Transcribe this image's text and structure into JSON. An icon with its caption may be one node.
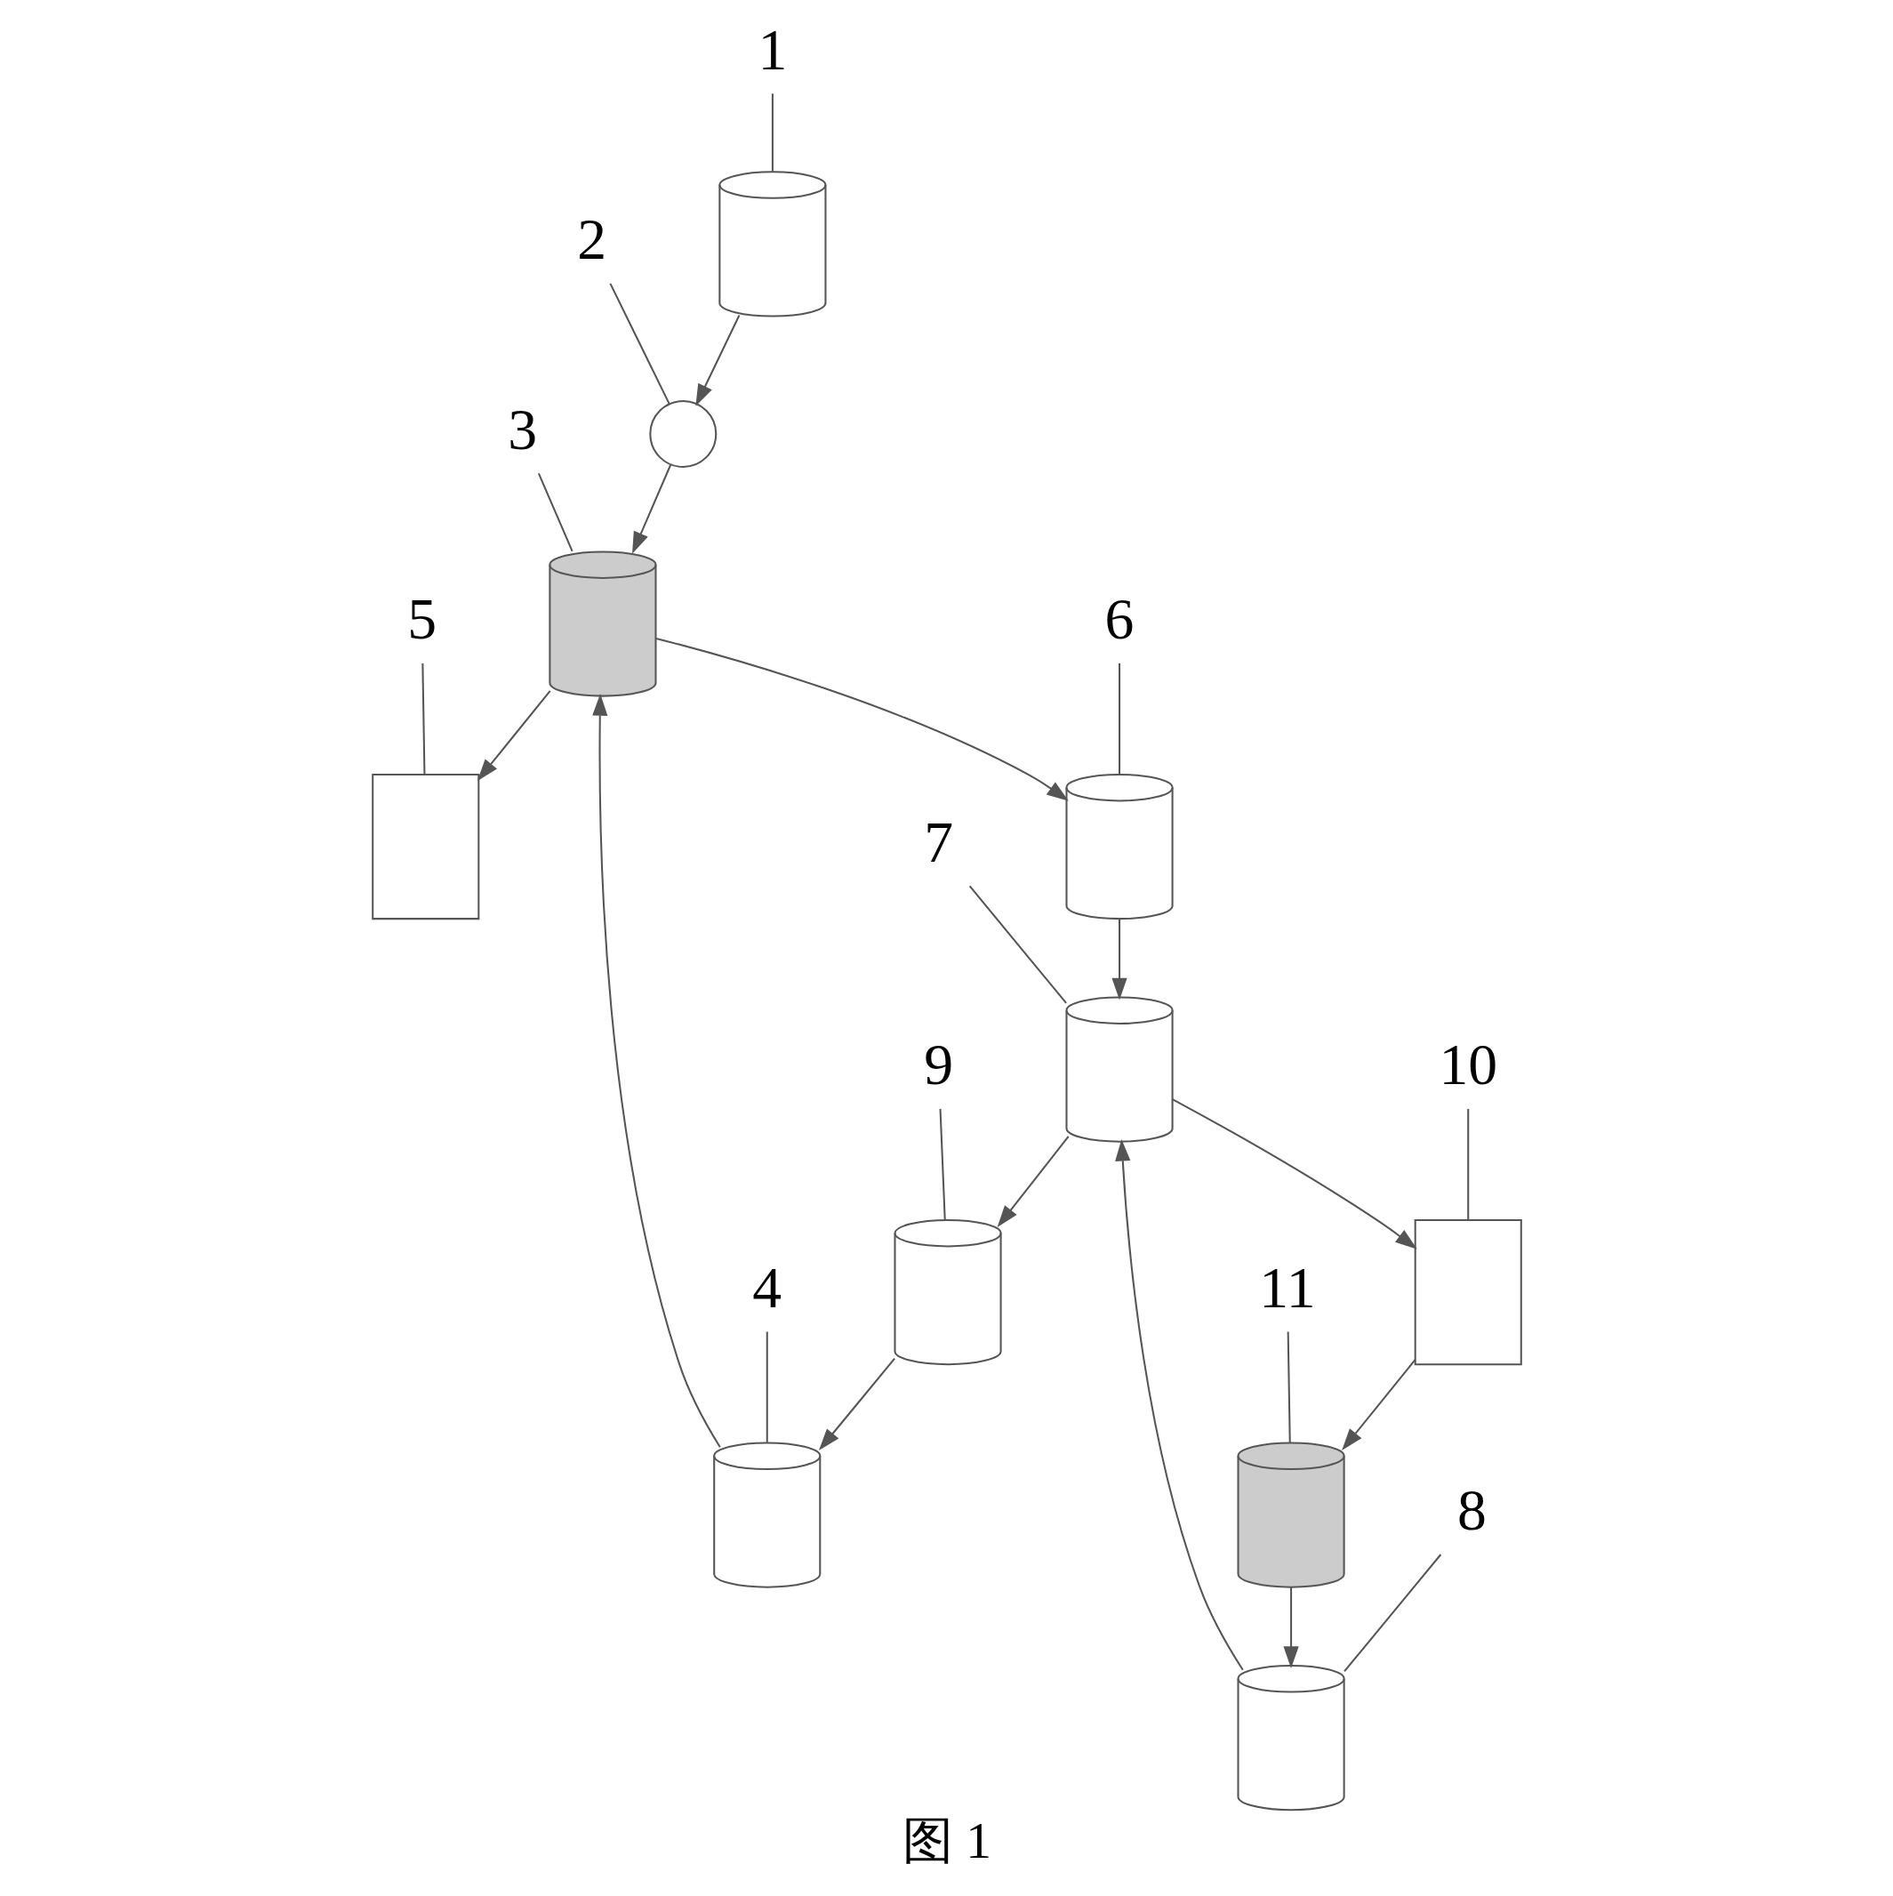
{
  "diagram": {
    "caption": "图 1",
    "nodes": [
      {
        "text": [],
        "shape": "cylinder"
      },
      {
        "text": [],
        "shape": "circle"
      },
      {
        "text": [],
        "shape": "cylinder"
      },
      {
        "text": [],
        "shape": "cylinder"
      },
      {
        "text": [],
        "shape": "box"
      },
      {
        "text": [],
        "shape": "cylinder"
      },
      {
        "text": [],
        "shape": "cylinder"
      },
      {
        "text": [],
        "shape": "cylinder"
      },
      {
        "text": [],
        "shape": "cylinder"
      },
      {
        "text": [],
        "shape": "box"
      },
      {
        "text": [],
        "shape": "cylinder"
      },
      {
        "text": [
          "1"
        ]
      },
      {
        "text": [
          "2"
        ]
      },
      {
        "text": [
          "3"
        ]
      },
      {
        "text": [
          "4"
        ]
      },
      {
        "text": [
          "5"
        ]
      },
      {
        "text": [
          "6"
        ]
      },
      {
        "text": [
          "7"
        ]
      },
      {
        "text": [
          "8"
        ]
      },
      {
        "text": [
          "9"
        ]
      },
      {
        "text": [
          "10"
        ]
      },
      {
        "text": [
          "11"
        ]
      }
    ],
    "edges": [
      {
        "from": 0,
        "to": 1,
        "arrow": "to"
      },
      {
        "from": 1,
        "to": 2,
        "arrow": "to"
      },
      {
        "from": 3,
        "to": 2,
        "arrow": "to"
      },
      {
        "from": 2,
        "to": 4,
        "arrow": "to"
      },
      {
        "from": 2,
        "to": 5,
        "arrow": "to"
      },
      {
        "from": 5,
        "to": 6,
        "arrow": "to"
      },
      {
        "from": 7,
        "to": 6,
        "arrow": "to"
      },
      {
        "from": 6,
        "to": 8,
        "arrow": "to"
      },
      {
        "from": 8,
        "to": 3,
        "arrow": "to"
      },
      {
        "from": 6,
        "to": 9,
        "arrow": "to"
      },
      {
        "from": 9,
        "to": 10,
        "arrow": "to"
      },
      {
        "from": 10,
        "to": 7,
        "arrow": "to"
      },
      {
        "from": 11,
        "to": 0,
        "arrow": "none"
      },
      {
        "from": 12,
        "to": 1,
        "arrow": "none"
      },
      {
        "from": 13,
        "to": 2,
        "arrow": "none"
      },
      {
        "from": 14,
        "to": 3,
        "arrow": "none"
      },
      {
        "from": 15,
        "to": 4,
        "arrow": "none"
      },
      {
        "from": 16,
        "to": 5,
        "arrow": "none"
      },
      {
        "from": 17,
        "to": 6,
        "arrow": "none"
      },
      {
        "from": 18,
        "to": 7,
        "arrow": "none"
      },
      {
        "from": 19,
        "to": 8,
        "arrow": "none"
      },
      {
        "from": 20,
        "to": 9,
        "arrow": "none"
      },
      {
        "from": 21,
        "to": 10,
        "arrow": "none"
      }
    ]
  }
}
